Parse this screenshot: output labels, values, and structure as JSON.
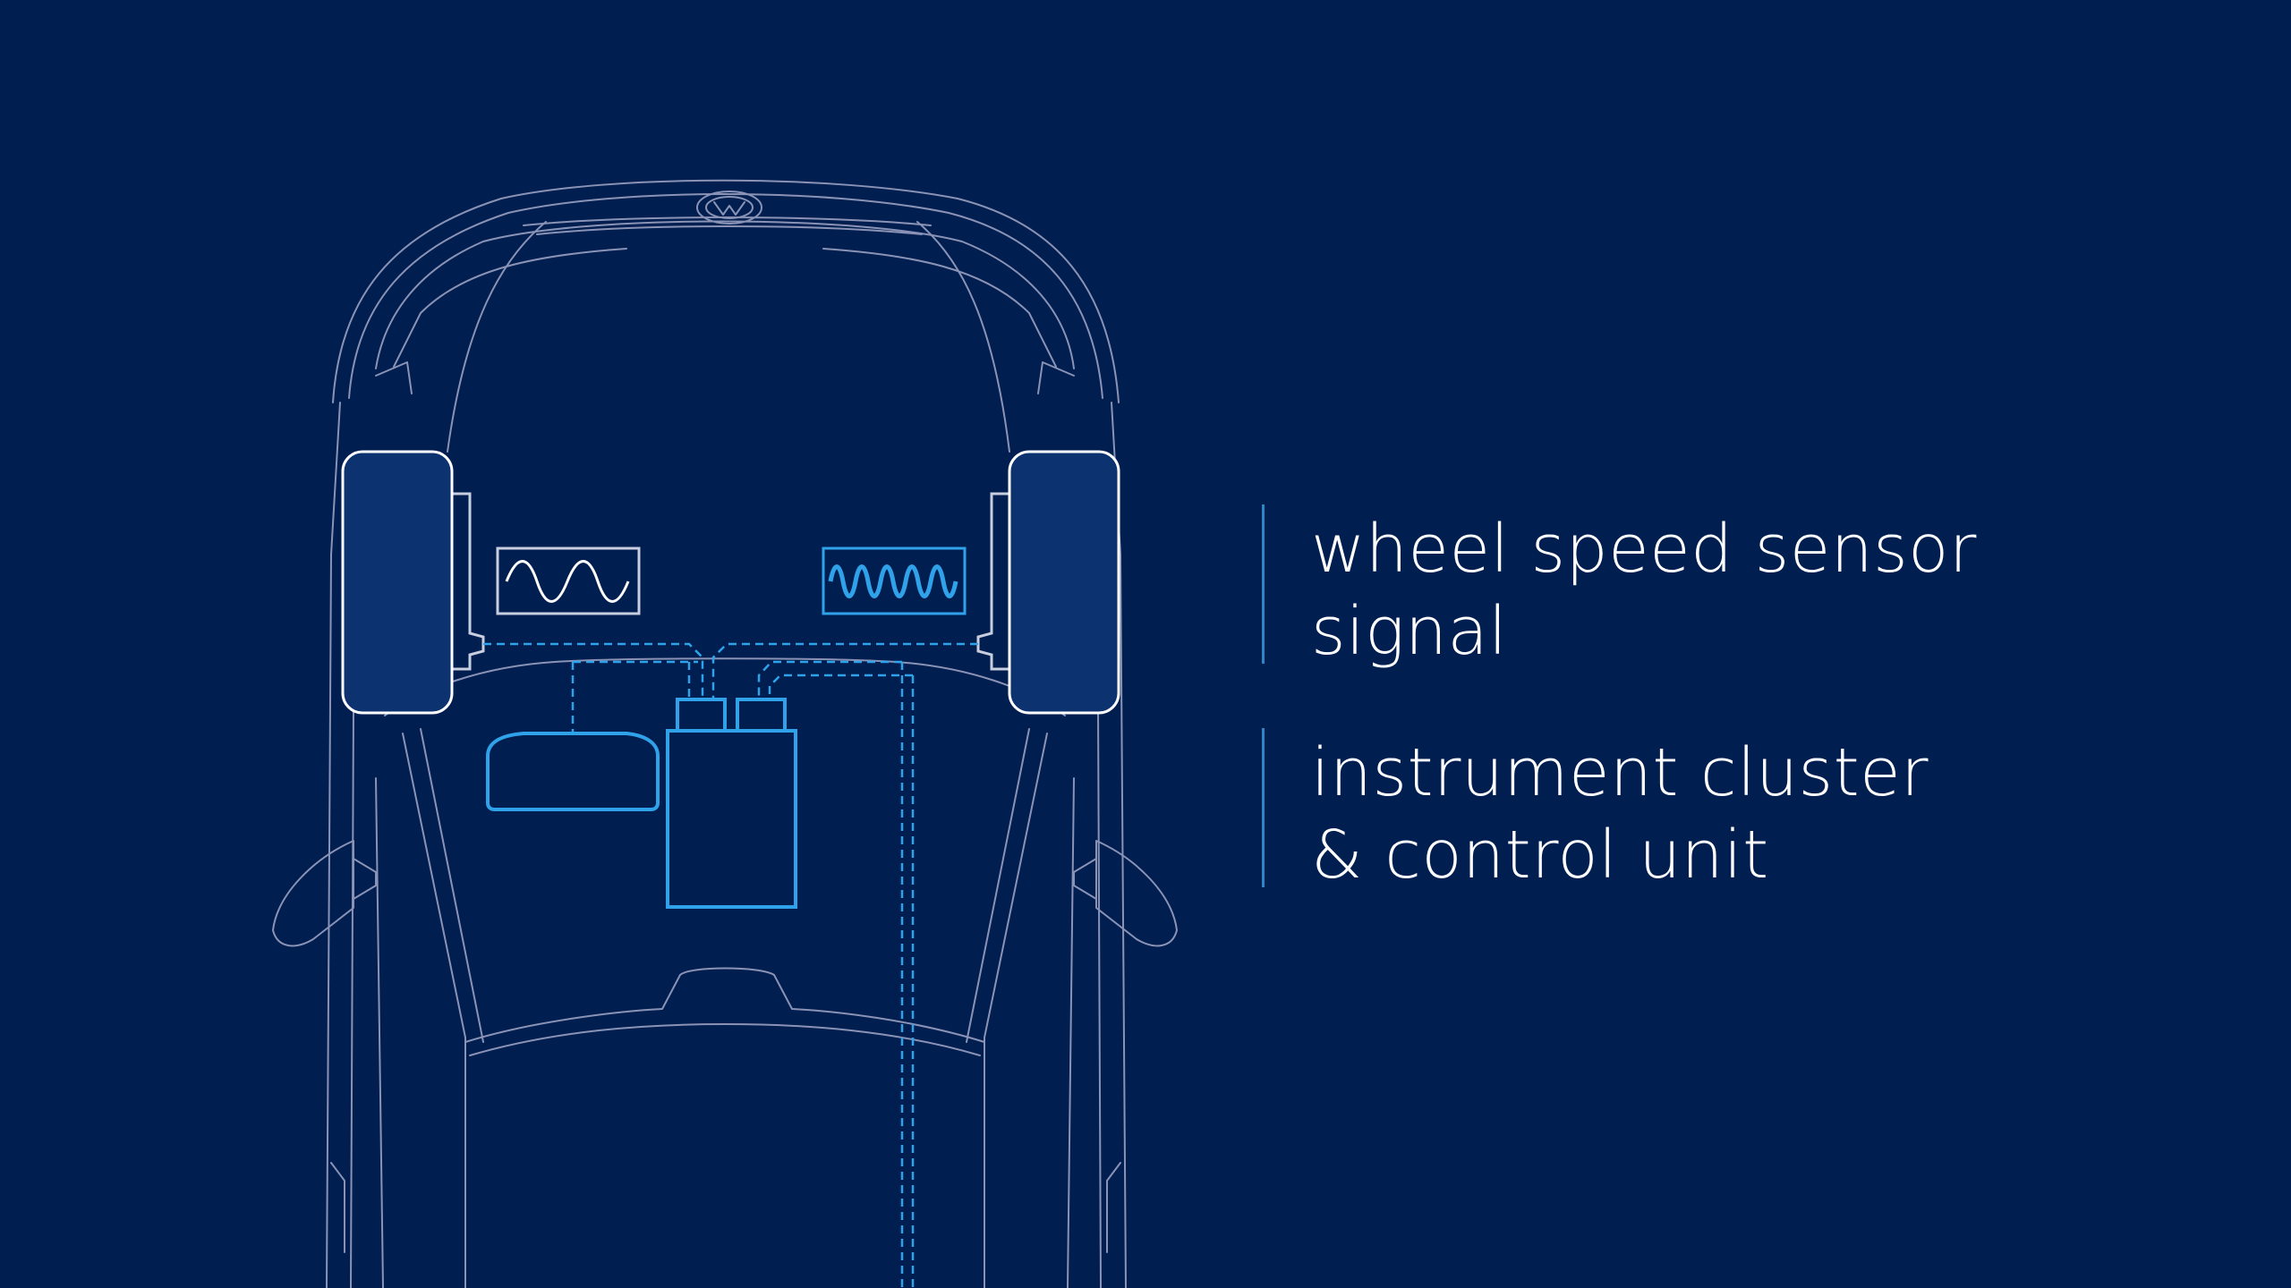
{
  "colors": {
    "background": "#001e50",
    "car_outline": "#8a93b5",
    "highlight": "#2fa2ea",
    "wheel_outline": "#ffffff",
    "wheel_fill": "#0c3270",
    "label_divider": "#2f86c6",
    "label_text": "#ffffff"
  },
  "legend": {
    "items": [
      {
        "line1": "wheel speed sensor",
        "line2": "signal"
      },
      {
        "line1": "instrument cluster",
        "line2": "& control unit"
      }
    ]
  },
  "diagram": {
    "icons": [
      "car-outline-icon",
      "brand-logo-icon",
      "left-wheel-icon",
      "right-wheel-icon",
      "sine-wave-signal-icon",
      "high-frequency-signal-icon",
      "instrument-cluster-icon",
      "control-unit-icon",
      "dashed-wiring-icon"
    ]
  }
}
